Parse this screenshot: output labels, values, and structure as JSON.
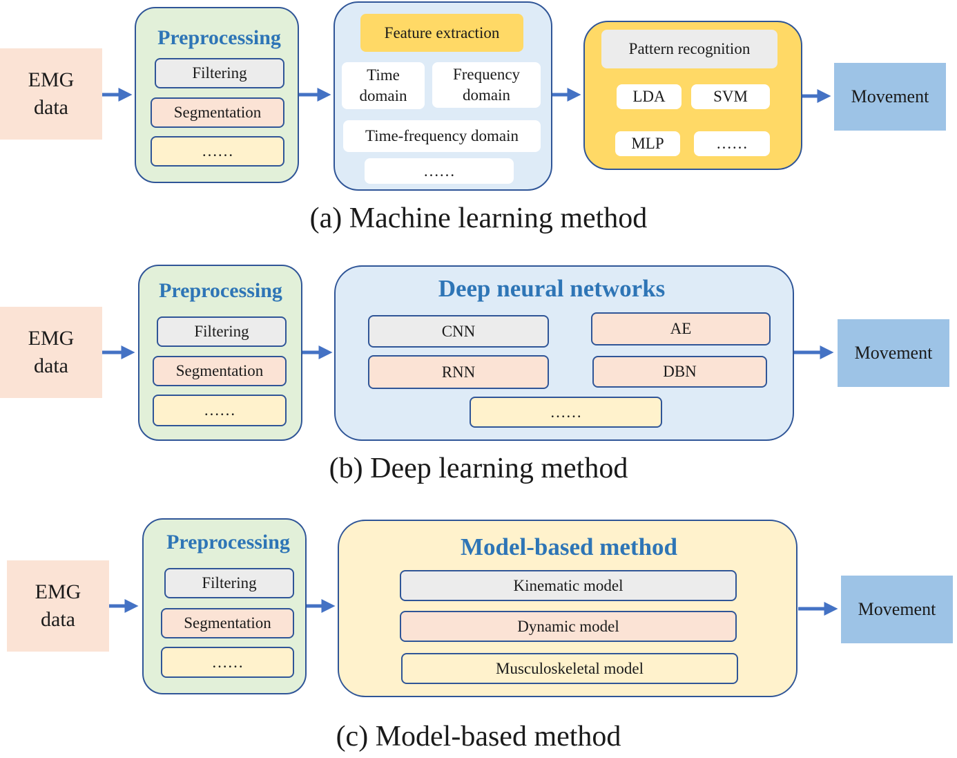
{
  "colors": {
    "emg_box": "#fbe3d5",
    "movement_box": "#9dc3e6",
    "preprocessing_panel": "#e2f0d9",
    "feature_panel": "#deebf7",
    "pattern_panel": "#ffd966",
    "model_panel": "#fff2cc",
    "title_blue": "#2e75b6",
    "arrow": "#4472c4",
    "border": "#2f5597"
  },
  "section_a": {
    "emg_line1": "EMG",
    "emg_line2": "data",
    "preprocessing": {
      "title": "Preprocessing",
      "items": [
        "Filtering",
        "Segmentation",
        "……"
      ]
    },
    "feature": {
      "title": "Feature extraction",
      "time_line1": "Time",
      "time_line2": "domain",
      "freq_line1": "Frequency",
      "freq_line2": "domain",
      "time_freq": "Time-frequency domain",
      "more": "……"
    },
    "pattern": {
      "title": "Pattern recognition",
      "items": [
        "LDA",
        "SVM",
        "MLP",
        "……"
      ]
    },
    "output": "Movement",
    "caption": "(a) Machine learning method"
  },
  "section_b": {
    "emg_line1": "EMG",
    "emg_line2": "data",
    "preprocessing": {
      "title": "Preprocessing",
      "items": [
        "Filtering",
        "Segmentation",
        "……"
      ]
    },
    "dnn": {
      "title": "Deep neural networks",
      "items": [
        "CNN",
        "AE",
        "RNN",
        "DBN",
        "……"
      ]
    },
    "output": "Movement",
    "caption": "(b) Deep learning method"
  },
  "section_c": {
    "emg_line1": "EMG",
    "emg_line2": "data",
    "preprocessing": {
      "title": "Preprocessing",
      "items": [
        "Filtering",
        "Segmentation",
        "……"
      ]
    },
    "model": {
      "title": "Model-based method",
      "items": [
        "Kinematic model",
        "Dynamic model",
        "Musculoskeletal model"
      ]
    },
    "output": "Movement",
    "caption": "(c) Model-based method"
  }
}
